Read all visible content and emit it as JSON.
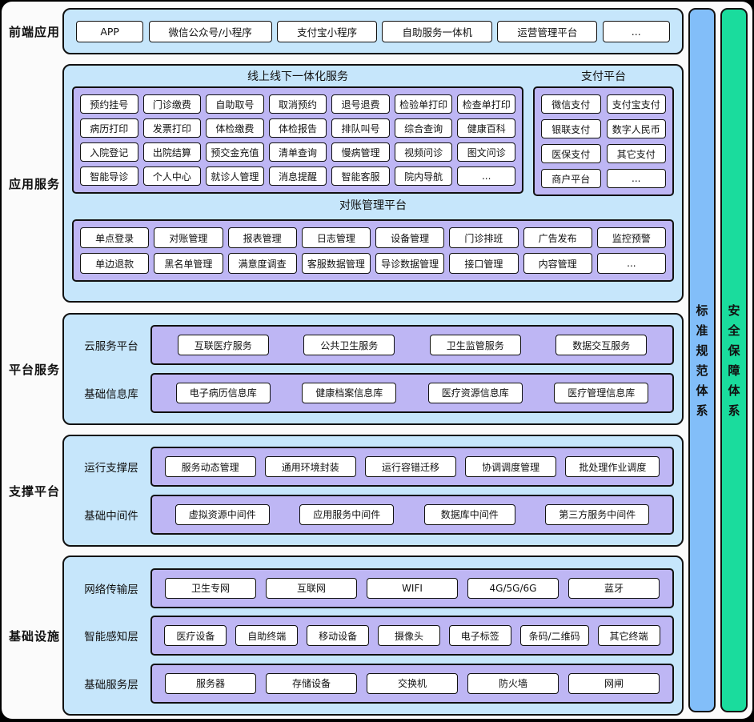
{
  "colors": {
    "outer_bg": "#000000",
    "canvas_bg": "#fbfbfb",
    "section_bg": "#c6e6fb",
    "panel_bg": "#beb6f4",
    "item_bg": "#ffffff",
    "border": "#111111",
    "standards_bar": "#82bef9",
    "security_bar": "#1adc9d"
  },
  "frontend": {
    "label": "前端应用",
    "items": [
      "APP",
      "微信公众号/小程序",
      "支付宝小程序",
      "自助服务一体机",
      "运营管理平台",
      "..."
    ]
  },
  "app_services": {
    "label": "应用服务",
    "online_offline": {
      "title": "线上线下一体化服务",
      "items": [
        "预约挂号",
        "门诊缴费",
        "自助取号",
        "取消预约",
        "退号退费",
        "检验单打印",
        "检查单打印",
        "病历打印",
        "发票打印",
        "体检缴费",
        "体检报告",
        "排队叫号",
        "综合查询",
        "健康百科",
        "入院登记",
        "出院结算",
        "预交金充值",
        "清单查询",
        "慢病管理",
        "视频问诊",
        "图文问诊",
        "智能导诊",
        "个人中心",
        "就诊人管理",
        "消息提醒",
        "智能客服",
        "院内导航",
        "..."
      ]
    },
    "payment": {
      "title": "支付平台",
      "items": [
        "微信支付",
        "支付宝支付",
        "银联支付",
        "数字人民币",
        "医保支付",
        "其它支付",
        "商户平台",
        "..."
      ]
    },
    "reconciliation": {
      "title": "对账管理平台",
      "items": [
        "单点登录",
        "对账管理",
        "报表管理",
        "日志管理",
        "设备管理",
        "门诊排班",
        "广告发布",
        "监控预警",
        "单边退款",
        "黑名单管理",
        "满意度调查",
        "客服数据管理",
        "导诊数据管理",
        "接口管理",
        "内容管理",
        "..."
      ]
    }
  },
  "platform_services": {
    "label": "平台服务",
    "rows": [
      {
        "label": "云服务平台",
        "items": [
          "互联医疗服务",
          "公共卫生服务",
          "卫生监管服务",
          "数据交互服务"
        ]
      },
      {
        "label": "基础信息库",
        "items": [
          "电子病历信息库",
          "健康档案信息库",
          "医疗资源信息库",
          "医疗管理信息库"
        ]
      }
    ]
  },
  "support_platform": {
    "label": "支撑平台",
    "rows": [
      {
        "label": "运行支撑层",
        "items": [
          "服务动态管理",
          "通用环境封装",
          "运行容错迁移",
          "协调调度管理",
          "批处理作业调度"
        ]
      },
      {
        "label": "基础中间件",
        "items": [
          "虚拟资源中间件",
          "应用服务中间件",
          "数据库中间件",
          "第三方服务中间件"
        ]
      }
    ]
  },
  "infrastructure": {
    "label": "基础设施",
    "rows": [
      {
        "label": "网络传输层",
        "items": [
          "卫生专网",
          "互联网",
          "WIFI",
          "4G/5G/6G",
          "蓝牙"
        ]
      },
      {
        "label": "智能感知层",
        "items": [
          "医疗设备",
          "自助终端",
          "移动设备",
          "摄像头",
          "电子标签",
          "条码/二维码",
          "其它终端"
        ]
      },
      {
        "label": "基础服务层",
        "items": [
          "服务器",
          "存储设备",
          "交换机",
          "防火墙",
          "网闸"
        ]
      }
    ]
  },
  "side_bars": [
    {
      "label": "标准规范体系"
    },
    {
      "label": "安全保障体系"
    }
  ]
}
